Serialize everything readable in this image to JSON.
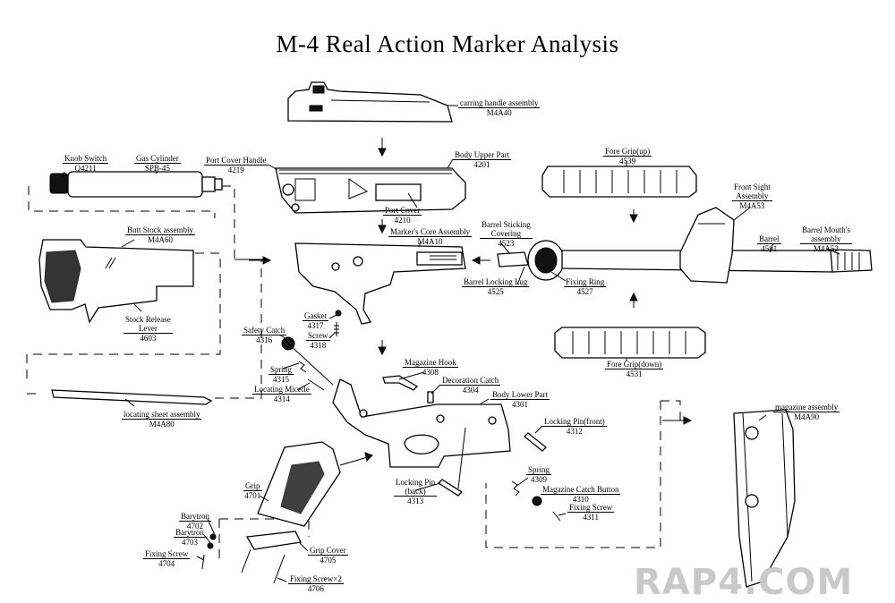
{
  "title": "M-4  Real Action Marker Analysis",
  "watermark": "RAP4.COM",
  "parts": {
    "carrying_handle": {
      "name": "carring handle assembly",
      "code": "M4A40"
    },
    "body_upper": {
      "name": "Body Upper Part",
      "code": "4201"
    },
    "port_cover_handle": {
      "name": "Port Cover Handle",
      "code": "4219"
    },
    "port_cover": {
      "name": "Port Cover",
      "code": "4210"
    },
    "knob_switch": {
      "name": "Knob Switch",
      "code": "Q4211"
    },
    "gas_cylinder": {
      "name": "Gas Cylinder",
      "code": "SPB-45"
    },
    "butt_stock": {
      "name": "Butt Stock assembly",
      "code": "M4A60"
    },
    "stock_release": {
      "name": "Stock Release",
      "name2": "Lever",
      "code": "4603"
    },
    "locating_sheet": {
      "name": "locating sheet assembly",
      "code": "M4A80"
    },
    "core_assembly": {
      "name": "Marker's Core Assembly",
      "code": "M4A10"
    },
    "gasket": {
      "name": "Gasket",
      "code": "4317"
    },
    "screw": {
      "name": "Screw",
      "code": "4318"
    },
    "barrel_sticking": {
      "name": "Barrel Sticking",
      "name2": "Covering",
      "code": "4523"
    },
    "barrel_locking_lug": {
      "name": "Barrel Locking Lug",
      "code": "4525"
    },
    "fixing_ring": {
      "name": "Fixing Ring",
      "code": "4527"
    },
    "fore_grip_up": {
      "name": "Fore Grip(up)",
      "code": "4539"
    },
    "fore_grip_down": {
      "name": "Fore Grip(down)",
      "code": "4531"
    },
    "front_sight": {
      "name": "Front Sight",
      "name2": "Assembly",
      "code": "M4A53"
    },
    "barrel": {
      "name": "Barrel",
      "code": "4501"
    },
    "barrel_mouth": {
      "name": "Barrel Mouth's",
      "name2": "assembly",
      "code": "M4A52"
    },
    "safety_catch": {
      "name": "Safety Catch",
      "code": "4316"
    },
    "spring_4315": {
      "name": "Spring",
      "code": "4315"
    },
    "locating_micelle": {
      "name": "Locating Micelle",
      "code": "4314"
    },
    "magazine_hook": {
      "name": "Magazine Hook",
      "code": "4308"
    },
    "decoration_catch": {
      "name": "Decoration Catch",
      "code": "4304"
    },
    "body_lower": {
      "name": "Body Lower Part",
      "code": "4301"
    },
    "locking_pin_front": {
      "name": "Locking Pin(front)",
      "code": "4312"
    },
    "spring_4309": {
      "name": "Spring",
      "code": "4309"
    },
    "magazine_catch_button": {
      "name": "Magazine Catch Button",
      "code": "4310"
    },
    "fixing_screw_4311": {
      "name": "Fixing Screw",
      "code": "4311"
    },
    "locking_pin_back": {
      "name": "Locking Pin",
      "name2": "(back)",
      "code": "4313"
    },
    "magazine": {
      "name": "magazine assembly",
      "code": "M4A90"
    },
    "grip": {
      "name": "Grip",
      "code": "4701"
    },
    "barytron_4702": {
      "name": "Barytron",
      "code": "4702"
    },
    "barytron_4703": {
      "name": "Barytron",
      "code": "4703"
    },
    "fixing_screw_4704": {
      "name": "Fixing Screw",
      "code": "4704"
    },
    "grip_cover": {
      "name": "Grip Cover",
      "code": "4705"
    },
    "fixing_screw_4706": {
      "name": "Fixing Screw×2",
      "code": "4706"
    }
  }
}
